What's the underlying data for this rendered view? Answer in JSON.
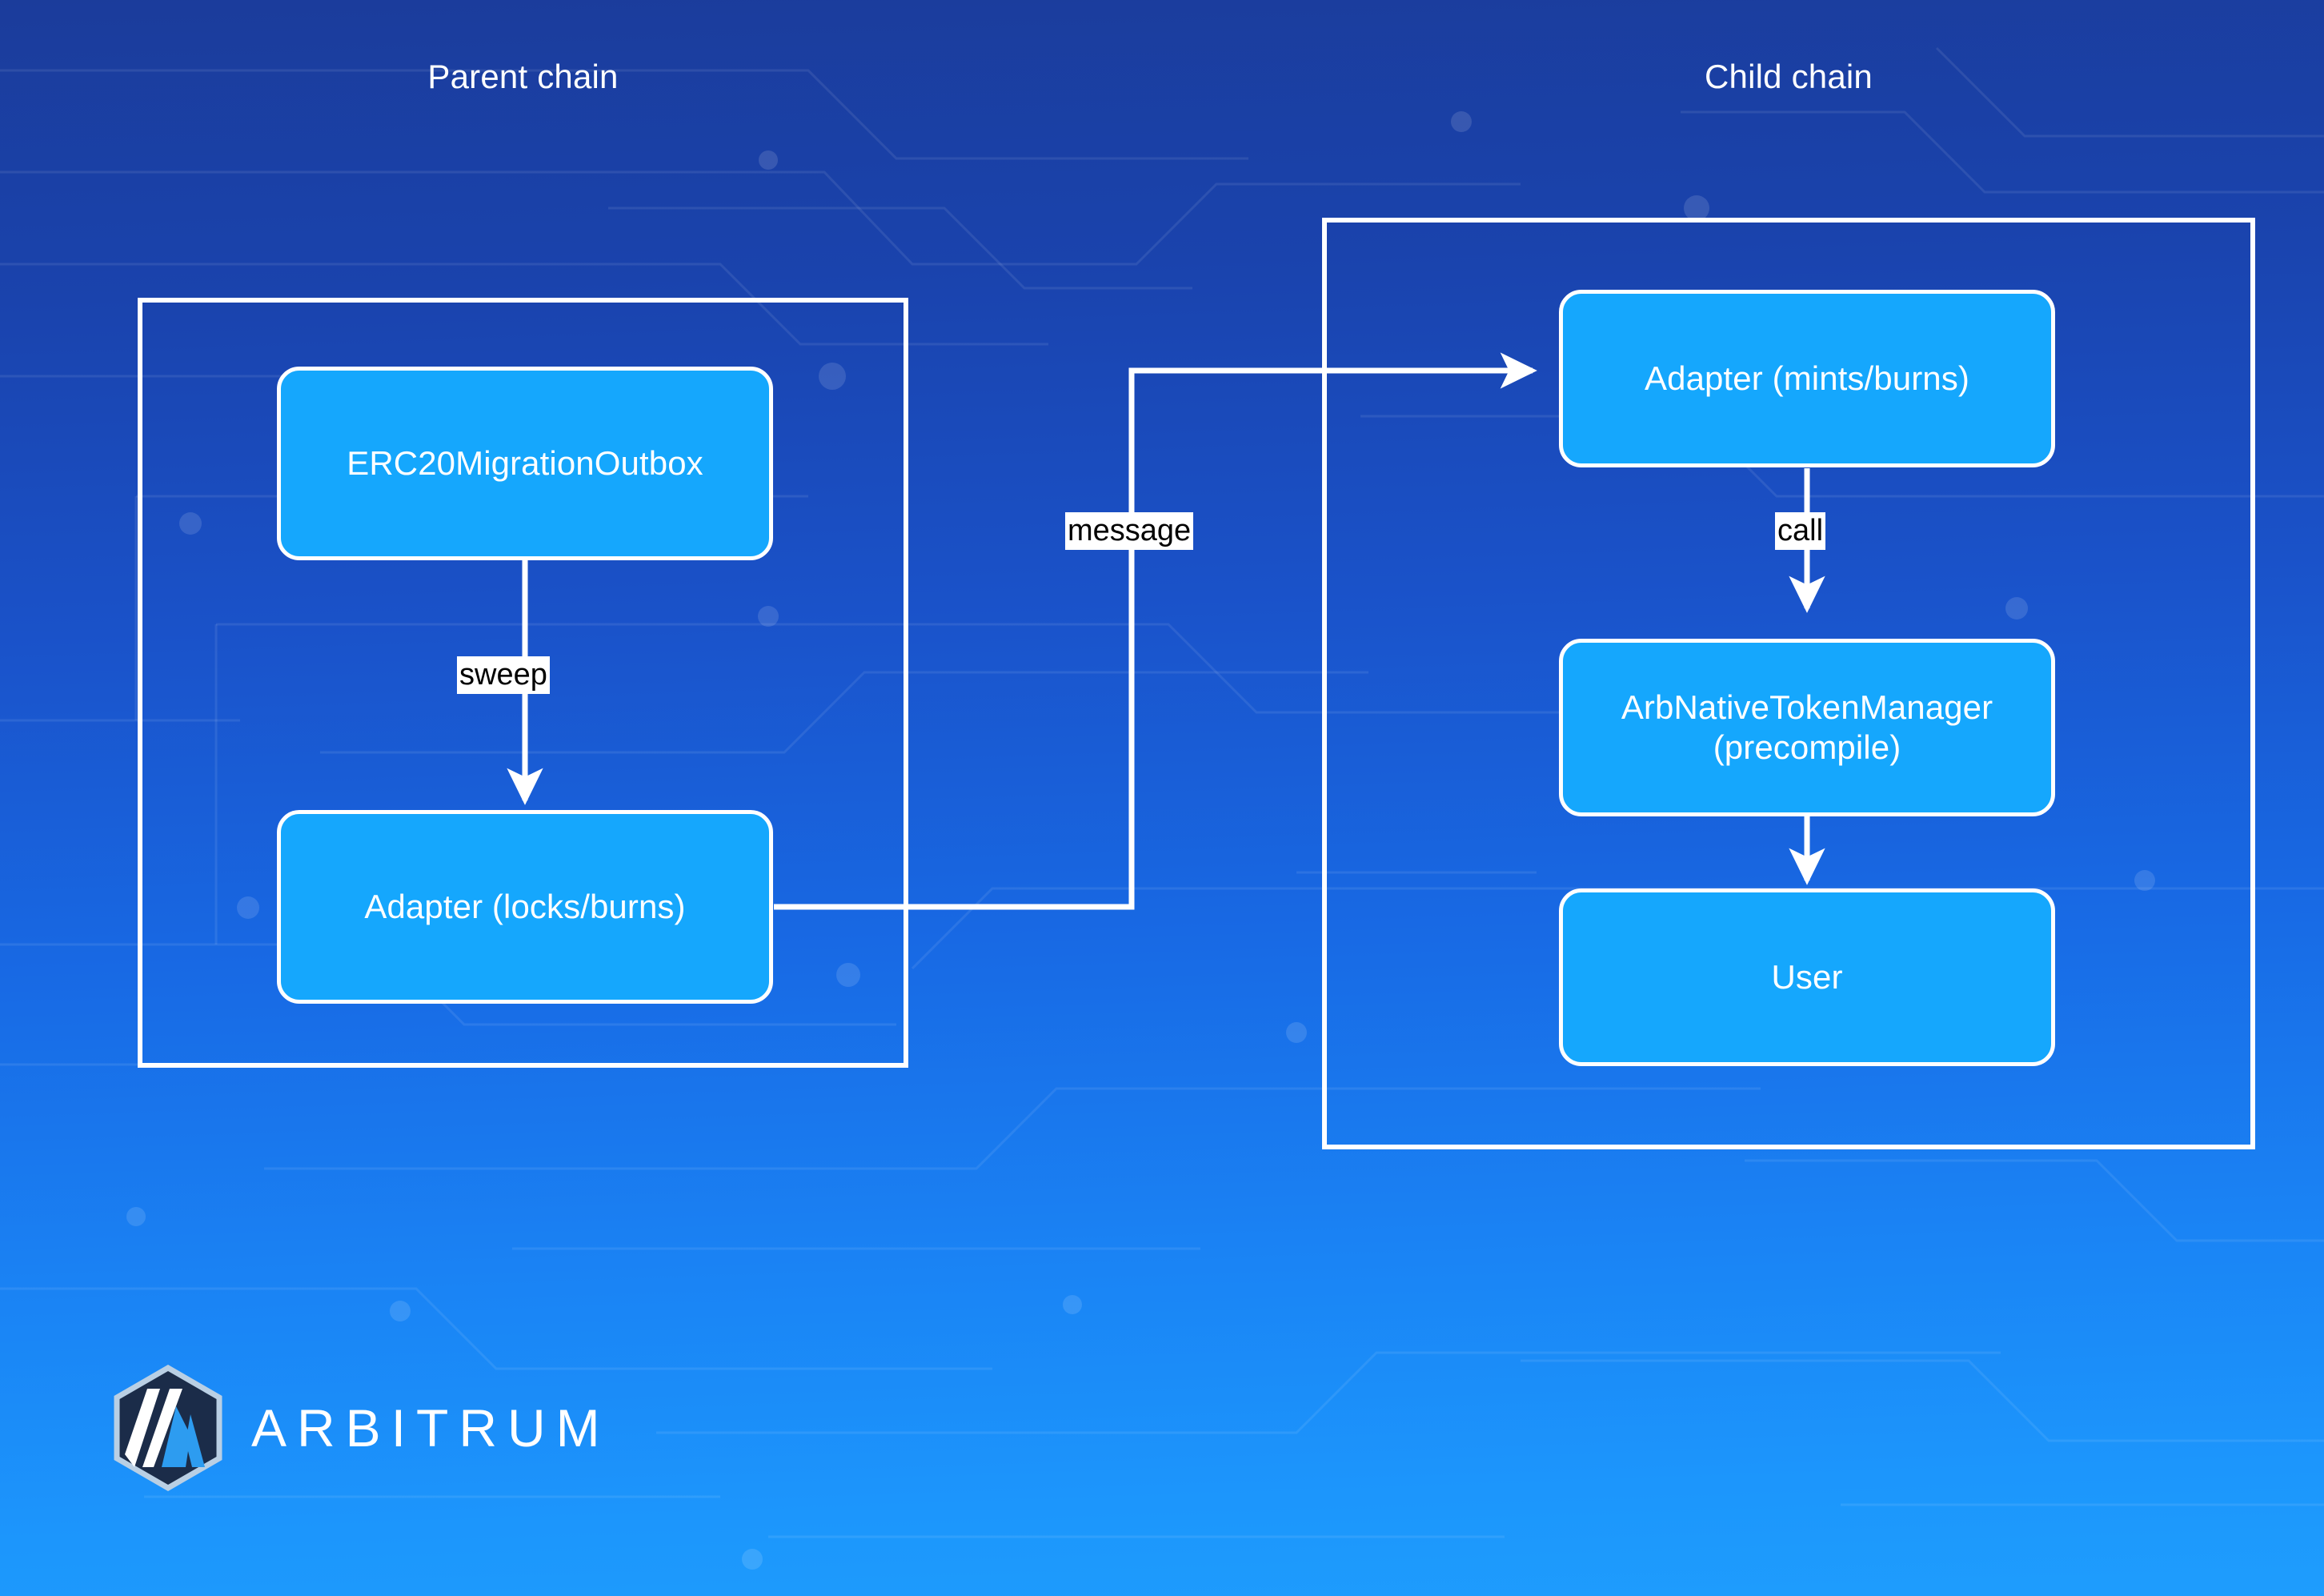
{
  "diagram": {
    "title": "ERC20 native-token migration flow between parent and child chain",
    "groups": [
      {
        "id": "parent",
        "label": "Parent chain"
      },
      {
        "id": "child",
        "label": "Child chain"
      }
    ],
    "nodes": [
      {
        "id": "outbox",
        "label": "ERC20MigrationOutbox",
        "group": "parent"
      },
      {
        "id": "adapter_lock",
        "label": "Adapter (locks/burns)",
        "group": "parent"
      },
      {
        "id": "adapter_mint",
        "label": "Adapter (mints/burns)",
        "group": "child"
      },
      {
        "id": "precompile",
        "label": "ArbNativeTokenManager (precompile)",
        "line1": "ArbNativeTokenManager",
        "line2": "(precompile)",
        "group": "child"
      },
      {
        "id": "user",
        "label": "User",
        "group": "child"
      }
    ],
    "edges": [
      {
        "id": "sweep",
        "from": "outbox",
        "to": "adapter_lock",
        "label": "sweep"
      },
      {
        "id": "message",
        "from": "adapter_lock",
        "to": "adapter_mint",
        "label": "message"
      },
      {
        "id": "call",
        "from": "adapter_mint",
        "to": "precompile",
        "label": "call"
      },
      {
        "id": "mint",
        "from": "precompile",
        "to": "user",
        "label": ""
      }
    ]
  },
  "brand": {
    "wordmark": "ARBITRUM",
    "logo_icon": "arbitrum-hexagon-logo"
  },
  "colors": {
    "node_fill": "#15a7fd",
    "node_border": "#ffffff",
    "group_border": "#ffffff",
    "edge_stroke": "#ffffff",
    "label_bg": "#ffffff",
    "label_text": "#000000",
    "bg_top": "#1b3c9b",
    "bg_bottom": "#1e9dfd",
    "logo_dark": "#1b2c49",
    "logo_accent": "#2d9cf0"
  }
}
